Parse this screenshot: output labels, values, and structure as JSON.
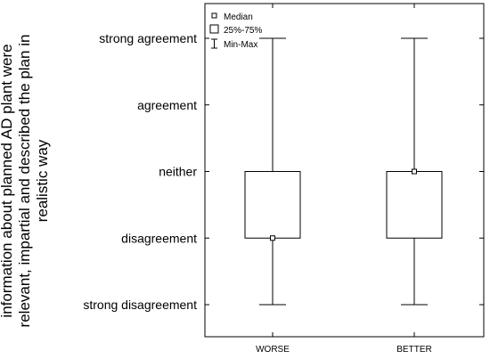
{
  "chart_data": {
    "type": "boxplot",
    "ylabel_lines": [
      "information about planned AD plant were",
      "relevant, impartial and described the plan in",
      "realistic way"
    ],
    "y_ticks": [
      {
        "value": 1,
        "label": "strong disagreement"
      },
      {
        "value": 2,
        "label": "disagreement"
      },
      {
        "value": 3,
        "label": "neither"
      },
      {
        "value": 4,
        "label": "agreement"
      },
      {
        "value": 5,
        "label": "strong agreement"
      }
    ],
    "ylim": [
      0.5,
      5.5
    ],
    "categories": [
      "WORSE",
      "BETTER"
    ],
    "boxes": [
      {
        "category": "WORSE",
        "min": 1,
        "q1": 2,
        "median": 2,
        "q3": 3,
        "max": 5
      },
      {
        "category": "BETTER",
        "min": 1,
        "q1": 2,
        "median": 3,
        "q3": 3,
        "max": 5
      }
    ],
    "legend": {
      "position": "top-left",
      "items": [
        {
          "symbol": "median",
          "label": "Median"
        },
        {
          "symbol": "box",
          "label": "25%-75%"
        },
        {
          "symbol": "whisker",
          "label": "Min-Max"
        }
      ]
    },
    "colors": {
      "stroke": "#000000",
      "fill": "#ffffff"
    }
  }
}
